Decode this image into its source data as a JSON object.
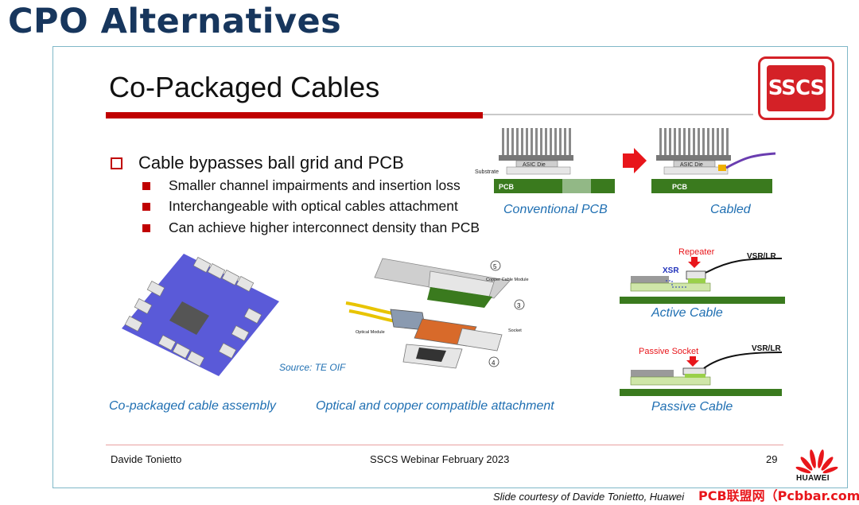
{
  "header": {
    "title": "CPO Alternatives"
  },
  "slide": {
    "title": "Co-Packaged Cables",
    "logo_text": "SSCS",
    "bullets": {
      "main": "Cable bypasses ball grid and PCB",
      "subs": [
        "Smaller channel impairments and insertion loss",
        "Interchangeable with optical cables attachment",
        "Can achieve higher interconnect density than PCB"
      ]
    },
    "diagrams": {
      "conventional": {
        "asic_label": "ASIC Die",
        "substrate_label": "Substrate",
        "pcb_label": "PCB",
        "caption": "Conventional  PCB"
      },
      "cabled": {
        "asic_label": "ASIC Die",
        "pcb_label": "PCB",
        "caption": "Cabled"
      },
      "active": {
        "repeater_label": "Repeater",
        "xsr_label": "XSR",
        "vsr_label": "VSR/LR",
        "caption": "Active Cable"
      },
      "passive": {
        "socket_label": "Passive Socket",
        "vsr_label": "VSR/LR",
        "caption": "Passive Cable"
      },
      "assembly": {
        "caption": "Co-packaged cable assembly"
      },
      "attachment": {
        "source": "Source: TE OIF",
        "caption": "Optical and copper compatible attachment",
        "copper_module": "Copper Cable Module",
        "optical_module": "Optical Module",
        "socket": "Socket",
        "callouts": [
          "5",
          "3",
          "4"
        ]
      }
    },
    "footer": {
      "author": "Davide Tonietto",
      "event": "SSCS Webinar February  2023",
      "page": "29"
    },
    "brand": "HUAWEI"
  },
  "courtesy": "Slide courtesy of Davide Tonietto, Huawei",
  "watermark": "PCB联盟网（Pcbbar.com）",
  "colors": {
    "title": "#17365d",
    "accent_red": "#c00000",
    "caption_blue": "#1f6fb2",
    "pcb_green": "#3a7a1e"
  }
}
